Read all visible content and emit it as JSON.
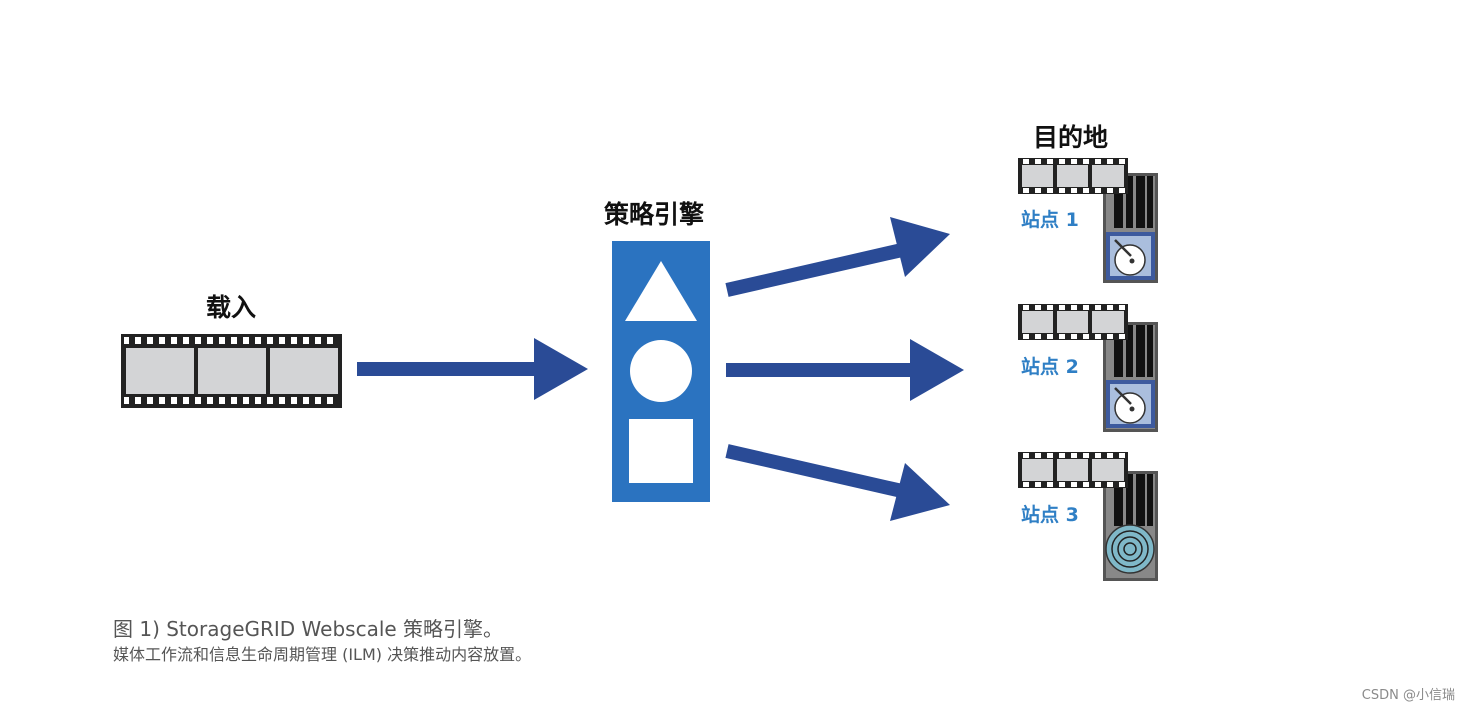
{
  "labels": {
    "ingest": "载入",
    "policy_engine": "策略引擎",
    "destination": "目的地"
  },
  "sites": [
    {
      "label": "站点 1",
      "media": "disk-icon"
    },
    {
      "label": "站点 2",
      "media": "disk-icon"
    },
    {
      "label": "站点 3",
      "media": "tape-icon"
    }
  ],
  "caption": {
    "line1": "图 1) StorageGRID Webscale 策略引擎。",
    "line2": "媒体工作流和信息生命周期管理 (ILM) 决策推动内容放置。"
  },
  "watermark": "CSDN @小信瑞",
  "colors": {
    "arrow": "#2a4b96",
    "engine": "#2b73c0",
    "site_label": "#2f7fc5",
    "film": "#222222",
    "frame": "#d3d4d6"
  }
}
